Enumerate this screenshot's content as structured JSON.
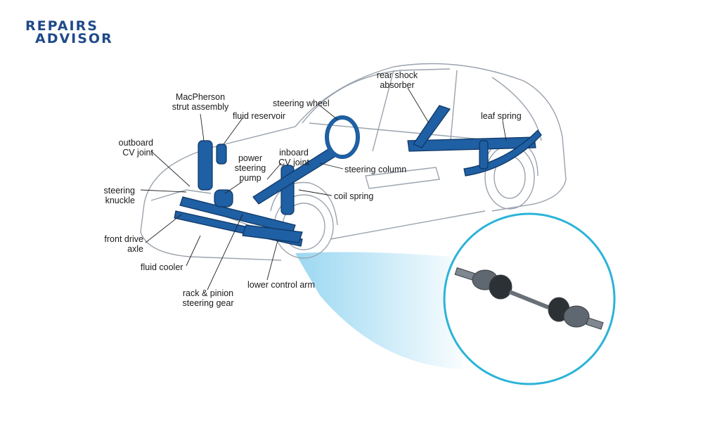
{
  "logo": {
    "line1": "REPAIRS",
    "line2": "ADVISOR",
    "color": "#1f4a8a"
  },
  "colors": {
    "part_fill": "#1f5fa3",
    "part_stroke": "#0e3563",
    "car_line": "#9aa3ad",
    "circle": "#2bb3d8",
    "beam": "#8fd3f0"
  },
  "labels": {
    "macpherson": [
      "MacPherson",
      "strut assembly"
    ],
    "fluid_reservoir": "fluid reservoir",
    "steering_wheel": "steering wheel",
    "rear_shock": [
      "rear shock",
      "absorber"
    ],
    "leaf_spring": "leaf spring",
    "outboard_cv": [
      "outboard",
      "CV joint"
    ],
    "power_steering": [
      "power",
      "steering",
      "pump"
    ],
    "inboard_cv": [
      "inboard",
      "CV joint"
    ],
    "steering_column": "steering column",
    "steering_knuckle": [
      "steering",
      "knuckle"
    ],
    "coil_spring": "coil spring",
    "front_drive_axle": [
      "front drive",
      "axle"
    ],
    "fluid_cooler": "fluid cooler",
    "lower_control_arm": "lower control arm",
    "rack_pinion": [
      "rack & pinion",
      "steering gear"
    ]
  }
}
